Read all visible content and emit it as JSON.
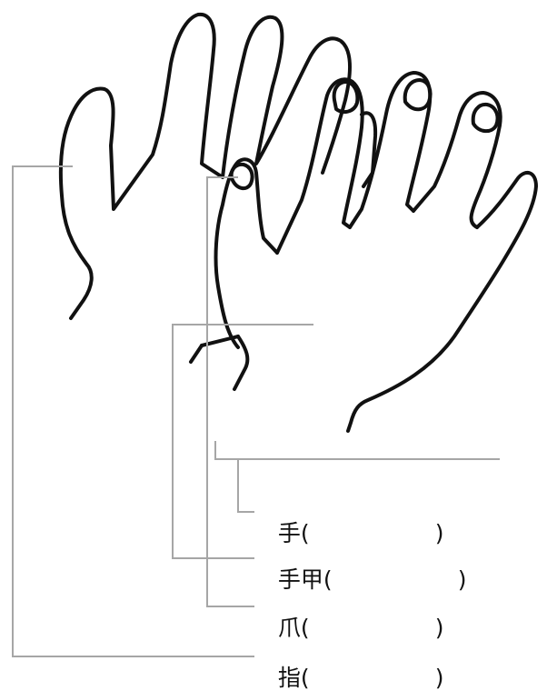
{
  "colors": {
    "ink": "#111111",
    "leader": "#a6a6a6",
    "background": "#ffffff"
  },
  "labels": [
    {
      "id": "te",
      "term": "手",
      "open": "(",
      "close": ")"
    },
    {
      "id": "tenoko",
      "term": "手甲",
      "open": "(",
      "close": ")"
    },
    {
      "id": "tsume",
      "term": "爪",
      "open": "(",
      "close": ")"
    },
    {
      "id": "yubi",
      "term": "指",
      "open": "(",
      "close": ")"
    }
  ]
}
